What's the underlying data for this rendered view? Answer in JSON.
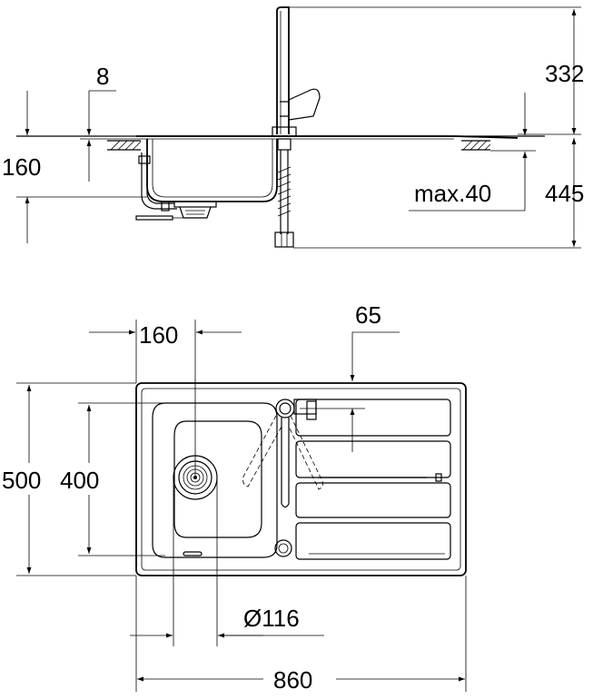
{
  "side_view": {
    "dim_thickness": "8",
    "dim_depth": "160",
    "dim_faucet_height": "332",
    "dim_max_countertop": "max.40",
    "dim_below_counter": "445"
  },
  "top_view": {
    "dim_bowl_offset": "160",
    "dim_tap_hole_offset": "65",
    "dim_overall_depth": "500",
    "dim_bowl_depth": "400",
    "dim_waste_diameter": "Ø116",
    "dim_overall_width": "860"
  }
}
